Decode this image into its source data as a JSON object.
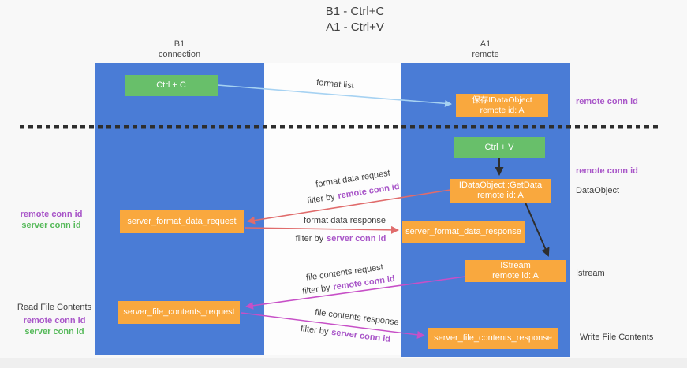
{
  "title": {
    "line1": "B1 - Ctrl+C",
    "line2": "A1 - Ctrl+V"
  },
  "lanes": {
    "left": {
      "name": "B1",
      "role": "connection"
    },
    "right": {
      "name": "A1",
      "role": "remote"
    }
  },
  "nodes": {
    "ctrl_c": {
      "label": "Ctrl + C"
    },
    "ctrl_v": {
      "label": "Ctrl + V"
    },
    "save_idataobject": {
      "line1": "保存IDataObject",
      "line2": "remote id: A"
    },
    "getdata": {
      "line1": "IDataObject::GetData",
      "line2": "remote id: A"
    },
    "istream": {
      "line1": "IStream",
      "line2": "remote id: A"
    },
    "format_request": {
      "label": "server_format_data_request"
    },
    "format_response": {
      "label": "server_format_data_response"
    },
    "file_request": {
      "label": "server_file_contents_request"
    },
    "file_response": {
      "label": "server_file_contents_response"
    }
  },
  "edges": {
    "format_list": {
      "label": "format list"
    },
    "format_data_request": {
      "label": "format data request",
      "filter_prefix": "filter by",
      "filter_key": "remote conn id"
    },
    "format_data_response": {
      "label": "format data response",
      "filter_prefix": "filter by",
      "filter_key": "server conn id"
    },
    "file_contents_request": {
      "label": "file contents request",
      "filter_prefix": "filter by",
      "filter_key": "remote conn id"
    },
    "file_contents_response": {
      "label": "file contents response",
      "filter_prefix": "filter by",
      "filter_key": "server conn id"
    }
  },
  "side_labels": {
    "right_top_conn_id": "remote conn id",
    "right_mid_conn_id": "remote conn id",
    "dataobject": "DataObject",
    "istream": "Istream",
    "write_file": "Write File Contents",
    "left_format_remote": "remote conn id",
    "left_format_server": "server conn id",
    "read_file": "Read File Contents",
    "left_file_remote": "remote conn id",
    "left_file_server": "server conn id"
  },
  "colors": {
    "lane_blue": "#4a7cd6",
    "node_green": "#68bf6a",
    "node_orange": "#f9a83e",
    "arrow_blue": "#a6d2f2",
    "arrow_black": "#2e2e2e",
    "arrow_red": "#e06c6c",
    "arrow_magenta": "#c750c7",
    "text_purple": "#a855c8",
    "text_green": "#55b959"
  }
}
